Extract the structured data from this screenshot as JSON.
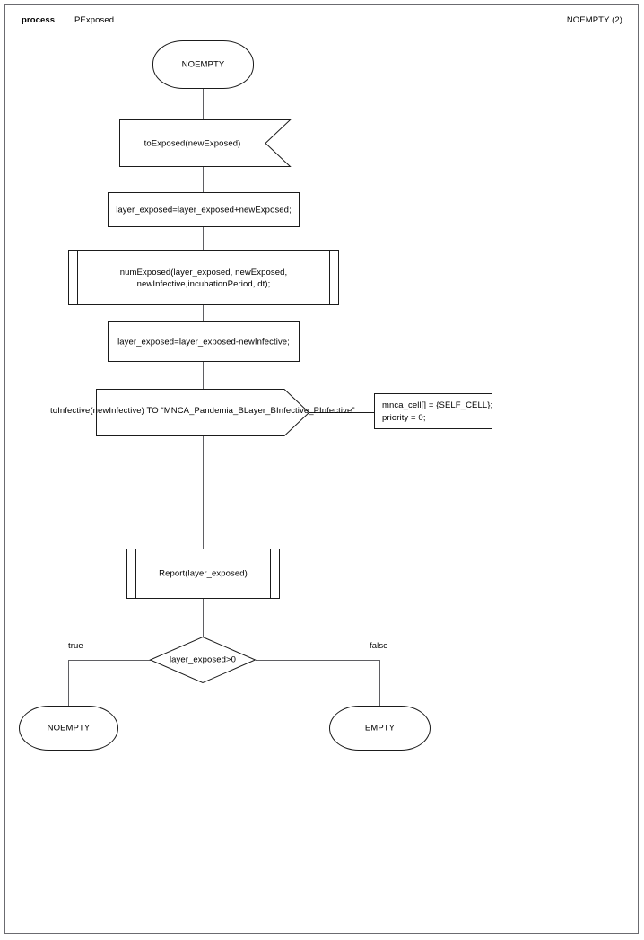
{
  "header": {
    "kind_label": "process",
    "name": "PExposed",
    "page_ref": "NOEMPTY (2)"
  },
  "nodes": {
    "start_state": {
      "label": "NOEMPTY"
    },
    "input_signal": {
      "label": "toExposed(newExposed)"
    },
    "task_add": {
      "label": "layer_exposed=layer_exposed+newExposed;"
    },
    "proc_numexposed": {
      "label": "numExposed(layer_exposed, newExposed,\nnewInfective,incubationPeriod, dt);"
    },
    "task_sub": {
      "label": "layer_exposed=layer_exposed-newInfective;"
    },
    "output_signal": {
      "label": "toInfective(newInfective) TO “MNCA_Pandemia_BLayer_BInfective_PInfective”"
    },
    "note": {
      "line1": "mnca_cell[] = {SELF_CELL};",
      "line2": "priority = 0;"
    },
    "proc_report": {
      "label": "Report(layer_exposed)"
    },
    "decision": {
      "label": "layer_exposed>0"
    },
    "end_state_true": {
      "label": "NOEMPTY"
    },
    "end_state_false": {
      "label": "EMPTY"
    }
  },
  "edges": {
    "true_label": "true",
    "false_label": "false"
  },
  "colors": {
    "stroke": "#1b1b1b",
    "connector": "#5f5f63",
    "page_border": "#6b6b70",
    "background": "#ffffff",
    "text": "#000000"
  }
}
